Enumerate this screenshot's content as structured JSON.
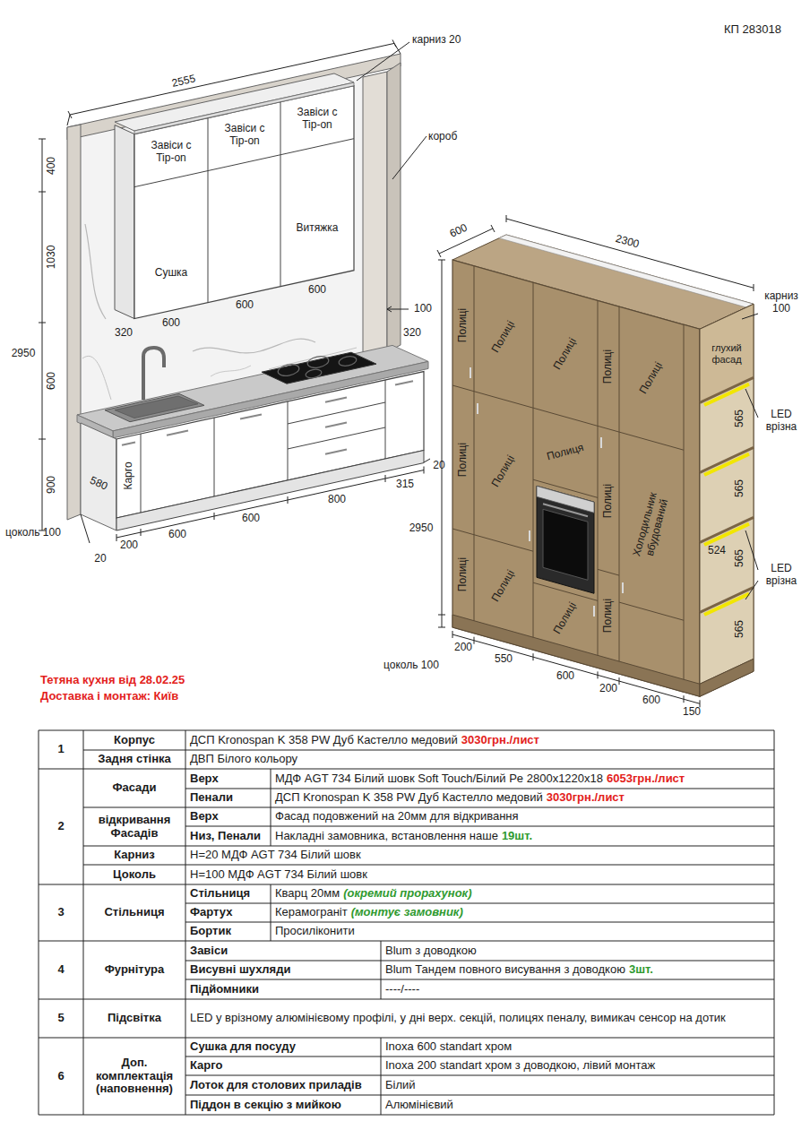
{
  "diagram": {
    "labels": [
      "КП 283018",
      "2555",
      "карниз 20",
      "короб",
      "Завіси с Tip-on",
      "Завіси с Tip-on",
      "Завіси с Tip-on",
      "400",
      "1030",
      "2950",
      "600",
      "900",
      "Сушка",
      "Витяжка",
      "320",
      "600",
      "600",
      "600",
      "320",
      "100",
      "Карго",
      "580",
      "200",
      "600",
      "600",
      "800",
      "315",
      "цоколь 100",
      "20",
      "20",
      "600",
      "2300",
      "карниз 100",
      "глухий фасад",
      "LED врізна",
      "LED врізна",
      "565",
      "565",
      "565",
      "565",
      "524",
      "2950",
      "цоколь 100",
      "200",
      "550",
      "600",
      "200",
      "600",
      "150",
      "Полиці",
      "Полиці",
      "Полиці",
      "Полиці",
      "Полиці",
      "Полиці",
      "Полиці",
      "Полиця",
      "Полиці",
      "Холодильник вбудований",
      "Полиці",
      "Полиці",
      "Полиці",
      "Полиці",
      "Тетяна кухня від 28.02.25",
      "Доставка і монтаж: Київ",
      "1",
      "Корпус",
      "ДСП Kronospan K 358 PW Дуб Кастелло медовий",
      "3030грн./лист",
      "Задня стінка",
      "ДВП Білого кольору",
      "2",
      "Фасади",
      "Верх",
      "МДФ AGT 734 Білий шовк Soft Touch/Білий Pe 2800x1220x18",
      "6053грн./лист",
      "Пенали",
      "ДСП Kronospan K 358 PW Дуб Кастелло медовий",
      "3030грн./лист",
      "відкривання Фасадів",
      "Верх",
      "Фасад подовжений на 20мм для відкривання",
      "Низ, Пенали",
      "Накладні замовника, встановлення наше",
      "19шт.",
      "Карниз",
      "H=20 МДФ AGT 734 Білий шовк",
      "Цоколь",
      "H=100 МДФ AGT 734 Білий шовк",
      "3",
      "Стільниця",
      "Стільниця",
      "Кварц 20мм",
      "(окремий прорахунок)",
      "Фартух",
      "Керамограніт",
      "(монтує замовник)",
      "Бортик",
      "Просиліконити",
      "4",
      "Фурнітура",
      "Завіси",
      "Blum з доводкою",
      "Висувні шухляди",
      "Blum Тандем повного висування з доводкою",
      "3шт.",
      "Підйомники",
      "----/----",
      "5",
      "Підсвітка",
      "LED у врізному алюмінієвому профілі, у дні верх. секцій, полицях пеналу, вимикач сенсор на дотик",
      "6",
      "Доп. комплектація (наповнення)",
      "Сушка для посуду",
      "Inoxa 600 standart хром",
      "Карго",
      "Inoxa 200 standart хром з доводкою, лівий монтаж",
      "Лоток для столових приладів",
      "Білий",
      "Піддон в секцію з мийкою",
      "Алюмінієвий"
    ]
  }
}
